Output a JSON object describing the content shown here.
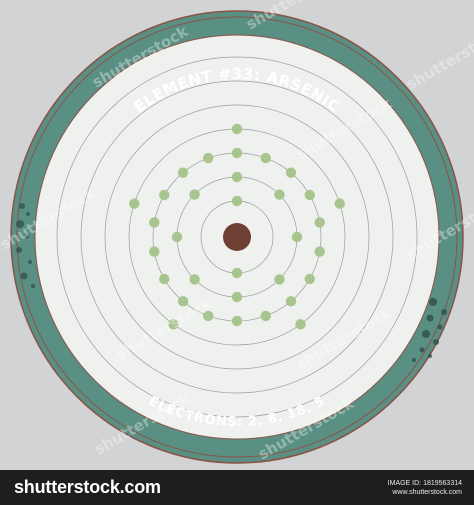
{
  "diagram": {
    "title": "ELEMENT #33: ARSENIC",
    "caption": "ELECTRONS: 2, 8, 18, 5",
    "shells": [
      2,
      8,
      18,
      5
    ],
    "colors": {
      "background": "#d2d3d5",
      "outer_ring": "#5a8f84",
      "ring_border": "#8a5346",
      "inner_disc": "#eff1ef",
      "orbit_line": "#9a9d9b",
      "electron": "#a8c48f",
      "nucleus": "#6e3f33"
    }
  },
  "watermark": {
    "text": "shutterstock"
  },
  "footer": {
    "logo": "shutterstock.com",
    "image_id": "IMAGE ID: 1819563314",
    "site": "www.shutterstock.com"
  }
}
